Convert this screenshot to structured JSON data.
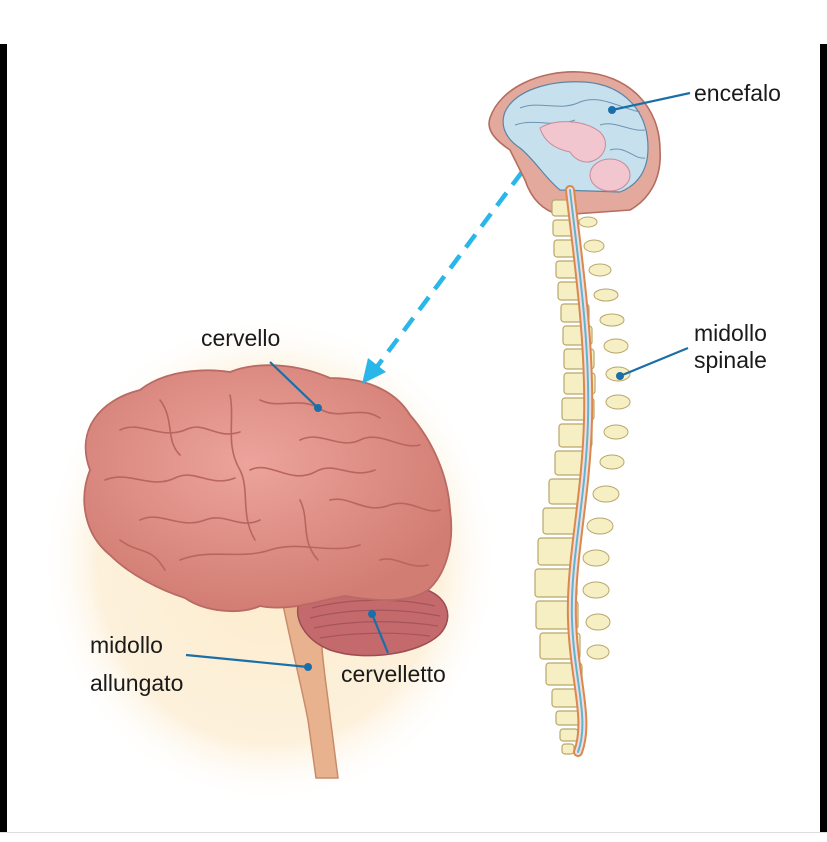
{
  "labels": {
    "encefalo": "encefalo",
    "midollo_spinale_line1": "midollo",
    "midollo_spinale_line2": "spinale",
    "cervello": "cervello",
    "midollo_allungato_line1": "midollo",
    "midollo_allungato_line2": "allungato",
    "cervelletto": "cervelletto"
  },
  "colors": {
    "leader_line": "#1a6fa8",
    "arrow": "#29b6e8",
    "brain": "#e08f86",
    "halo": "#fdf0d8",
    "spine_bone": "#f6efc4",
    "spinal_cord": "#5fb7c4"
  }
}
